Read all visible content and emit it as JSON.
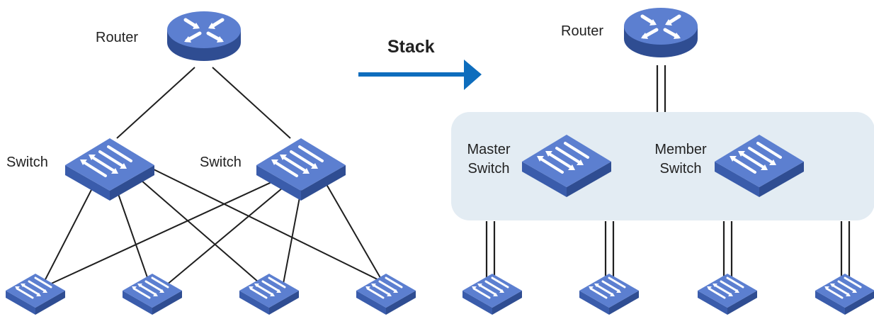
{
  "left_network": {
    "router_label": "Router",
    "switch_labels": [
      "Switch",
      "Switch"
    ]
  },
  "transition": {
    "label": "Stack"
  },
  "right_network": {
    "router_label": "Router",
    "master_label": [
      "Master",
      "Switch"
    ],
    "member_label": [
      "Member",
      "Switch"
    ]
  },
  "colors": {
    "device_top": "#5c7fd0",
    "device_side": "#3a5cab",
    "device_bottom": "#2f4d92",
    "arrow": "#0e6dbd",
    "stack_group_bg": "#e3ecf3",
    "link": "#1f1f1f",
    "icon": "#ffffff"
  }
}
